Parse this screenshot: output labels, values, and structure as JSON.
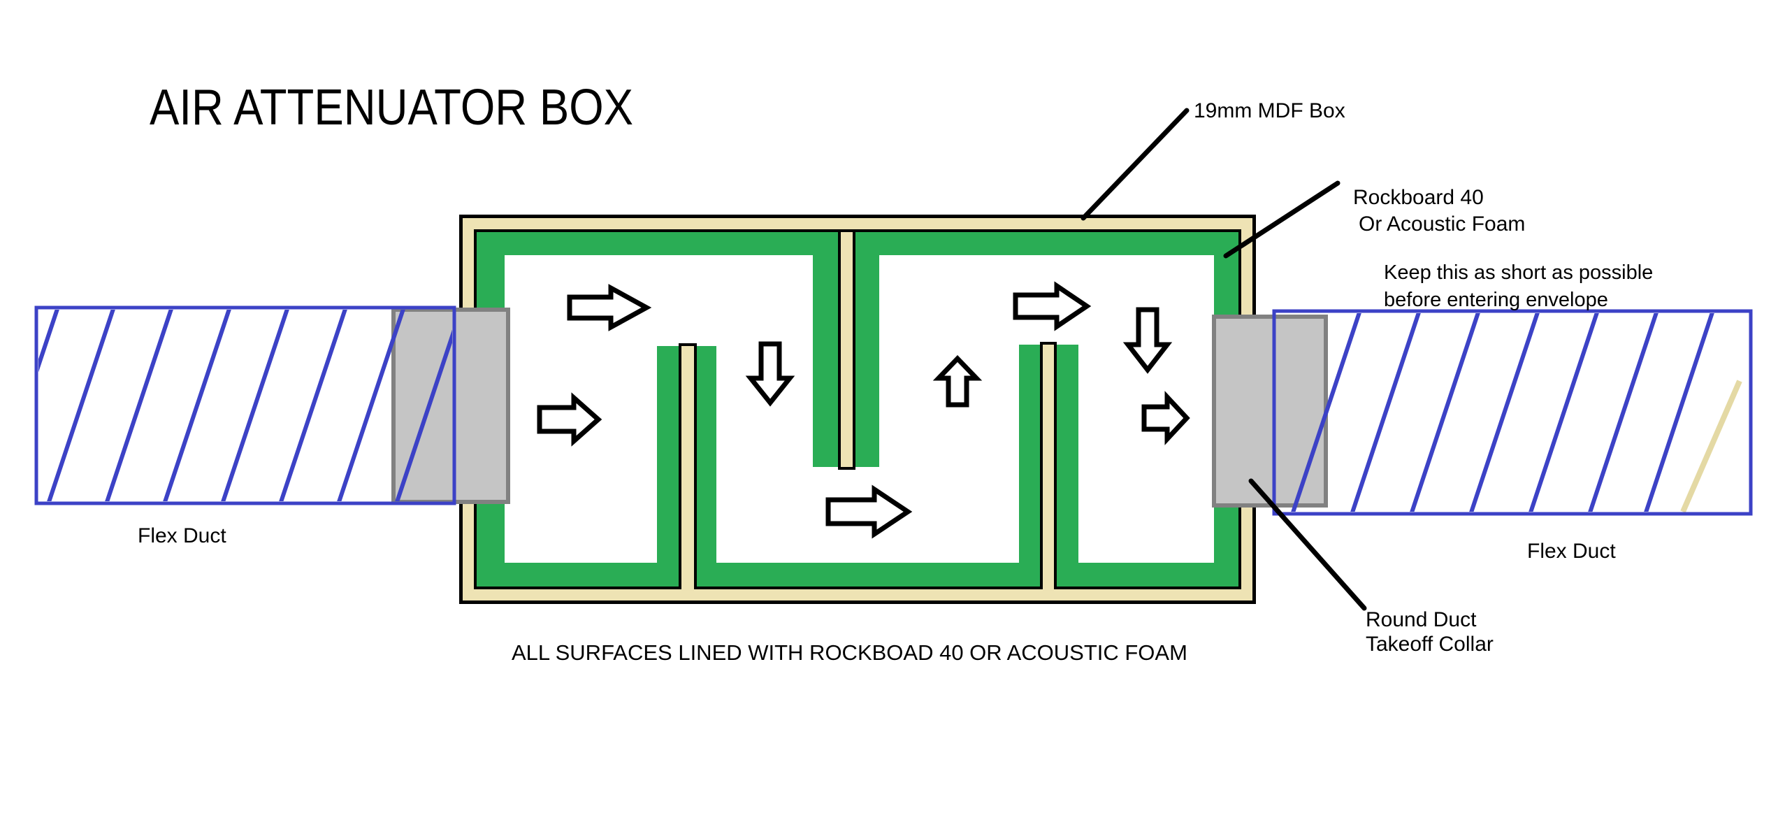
{
  "title": "AIR ATTENUATOR BOX",
  "labels": {
    "mdf_box": "19mm MDF Box",
    "rockboard_line1": "Rockboard 40",
    "rockboard_line2": "Or Acoustic Foam",
    "keep_short_line1": "Keep this as short as possible",
    "keep_short_line2": "before entering envelope",
    "flex_duct_left": "Flex Duct",
    "flex_duct_right": "Flex Duct",
    "round_duct_line1": "Round Duct",
    "round_duct_line2": "Takeoff Collar",
    "bottom_note": "ALL SURFACES LINED WITH ROCKBOAD 40 OR ACOUSTIC FOAM"
  },
  "colors": {
    "mdf_tan": "#eee3b4",
    "rockboard_green": "#2aad55",
    "collar_gray_fill": "#c5c5c5",
    "collar_gray_border": "#818181",
    "flex_duct_blue": "#3c42c6",
    "cream_hatch_line": "#e4d9a4",
    "outline_black": "#000000",
    "background": "#ffffff"
  },
  "diagram": {
    "type": "air-attenuator-box-cross-section",
    "components": [
      "left flex duct with diagonal hatching",
      "left round duct takeoff collar",
      "MDF box shell lined with rockboard/acoustic foam",
      "three internal baffles (one hanging from top, two rising from bottom)",
      "right round duct takeoff collar",
      "right flex duct with diagonal hatching"
    ],
    "airflow_sequence": [
      "right",
      "right",
      "down",
      "right",
      "up",
      "right",
      "down",
      "right"
    ]
  }
}
